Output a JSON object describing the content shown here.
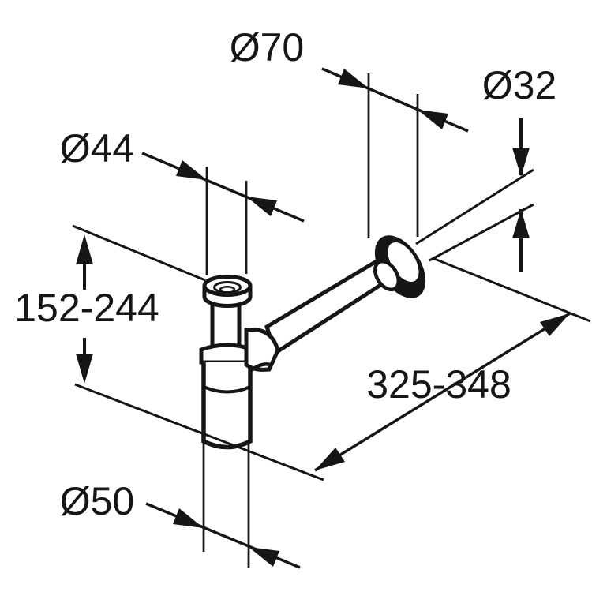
{
  "drawing": {
    "background": "#ffffff",
    "ink_color": "#161616",
    "labels": {
      "flange_diameter": "Ø70",
      "outlet_pipe_diameter": "Ø32",
      "inlet_nut_diameter": "Ø44",
      "height_range": "152-244",
      "length_range": "325-348",
      "trap_body_diameter": "Ø50"
    }
  }
}
